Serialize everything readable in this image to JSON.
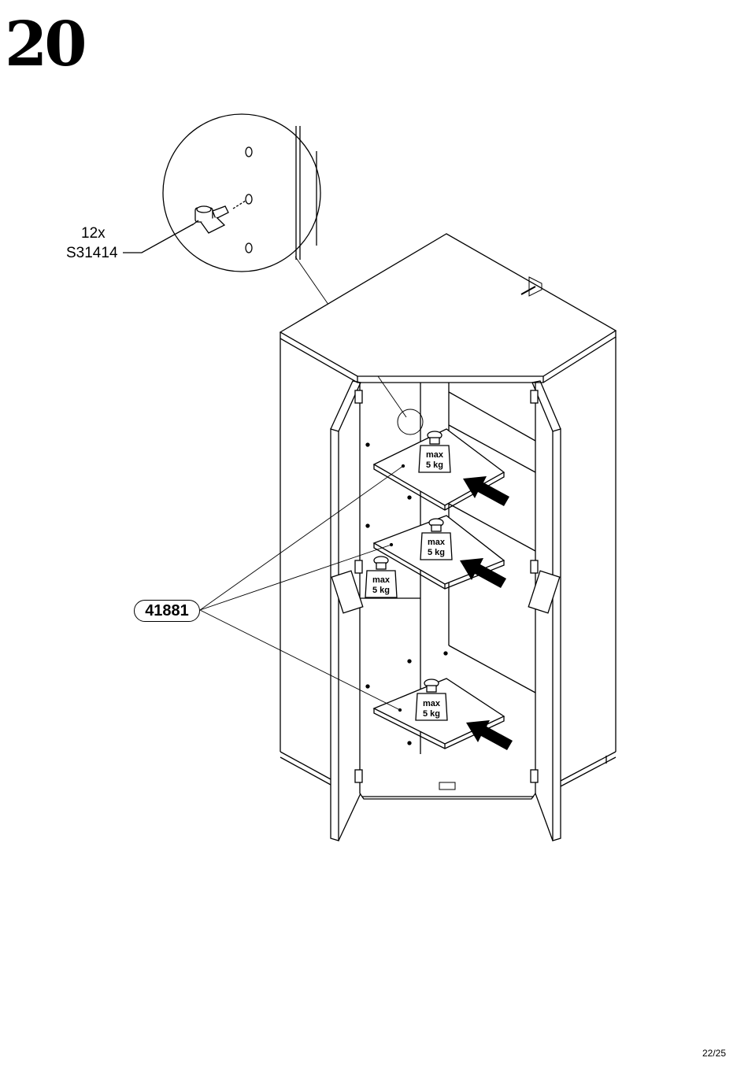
{
  "step": "20",
  "hardware": {
    "count": "12x",
    "code": "S31414"
  },
  "part": "41881",
  "weight_labels": [
    {
      "line1": "max",
      "line2": "5 kg"
    },
    {
      "line1": "max",
      "line2": "5 kg"
    },
    {
      "line1": "max",
      "line2": "5 kg"
    },
    {
      "line1": "max",
      "line2": "5 kg"
    }
  ],
  "page": "22/25"
}
